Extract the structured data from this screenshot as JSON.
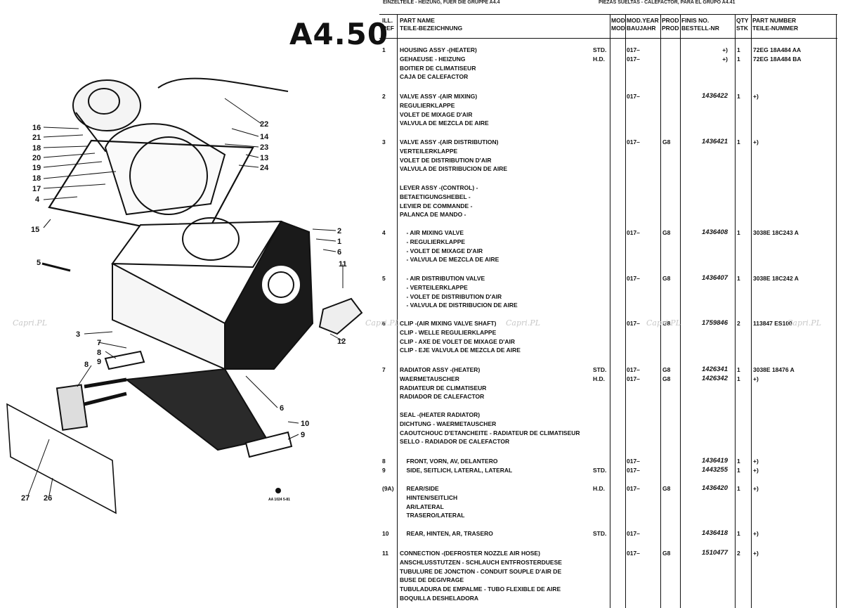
{
  "page_code": "A4.50",
  "top_left_text": "EINZELTEILE - HEIZUNG, FUER DIE GRUPPE A4.4",
  "top_right_text": "PIEZAS SUELTAS - CALEFACTOR, PARA EL GRUPO A4.41",
  "watermark": "Capri.PL",
  "diagram": {
    "callouts": [
      "16",
      "21",
      "18",
      "20",
      "19",
      "18",
      "17",
      "4",
      "15",
      "22",
      "14",
      "23",
      "13",
      "24",
      "2",
      "1",
      "6",
      "11",
      "5",
      "3",
      "7",
      "8",
      "8",
      "9",
      "12",
      "10",
      "9",
      "27",
      "26"
    ],
    "stamp_text": "AA 1024 5-81"
  },
  "headers": {
    "ref": [
      "ILL.",
      "REF"
    ],
    "desc": [
      "PART NAME",
      "TEILE-BEZEICHNUNG"
    ],
    "mod": [
      "MOD",
      "MOD"
    ],
    "year": [
      "MOD.YEAR",
      "BAUJAHR"
    ],
    "prod": [
      "PROD",
      "PROD"
    ],
    "finis": [
      "FINIS NO.",
      "BESTELL-NR"
    ],
    "qty": [
      "QTY",
      "STK"
    ],
    "pn": [
      "PART NUMBER",
      "TEILE-NUMMER"
    ]
  },
  "rows": [
    {
      "ref": "1",
      "lines": [
        "HOUSING ASSY -(HEATER)",
        "GEHAEUSE - HEIZUNG",
        "BOITIER DE CLIMATISEUR",
        "CAJA DE CALEFACTOR"
      ],
      "tags": [
        "STD.",
        "H.D."
      ],
      "years": [
        "017–",
        "017–"
      ],
      "prod": [],
      "finis": [
        "+)",
        "+)"
      ],
      "qty": [
        "1",
        "1"
      ],
      "pn": [
        "72EG 18A484 AA",
        "72EG 18A484 BA"
      ]
    },
    {
      "ref": "2",
      "lines": [
        "VALVE ASSY -(AIR MIXING)",
        "REGULIERKLAPPE",
        "VOLET DE MIXAGE D'AIR",
        "VALVULA DE MEZCLA DE AIRE"
      ],
      "tags": [],
      "years": [
        "017–"
      ],
      "prod": [],
      "finis": [
        "1436422"
      ],
      "qty": [
        "1"
      ],
      "pn": [
        "+)"
      ]
    },
    {
      "ref": "3",
      "lines": [
        "VALVE ASSY -(AIR DISTRIBUTION)",
        "VERTEILERKLAPPE",
        "VOLET DE DISTRIBUTION D'AIR",
        "VALVULA DE DISTRIBUCION DE AIRE"
      ],
      "tags": [],
      "years": [
        "017–"
      ],
      "prod": [
        "G8"
      ],
      "finis": [
        "1436421"
      ],
      "qty": [
        "1"
      ],
      "pn": [
        "+)"
      ]
    },
    {
      "ref": "",
      "lines": [
        "LEVER ASSY -(CONTROL) -",
        "BETAETIGUNGSHEBEL -",
        "LEVIER DE COMMANDE -",
        "PALANCA DE MANDO -"
      ],
      "tags": [],
      "years": [],
      "prod": [],
      "finis": [],
      "qty": [],
      "pn": []
    },
    {
      "ref": "4",
      "lines": [
        "    - AIR MIXING VALVE",
        "    - REGULIERKLAPPE",
        "    - VOLET DE MIXAGE D'AIR",
        "    - VALVULA DE MEZCLA DE AIRE"
      ],
      "tags": [],
      "years": [
        "017–"
      ],
      "prod": [
        "G8"
      ],
      "finis": [
        "1436408"
      ],
      "qty": [
        "1"
      ],
      "pn": [
        "3038E 18C243 A"
      ]
    },
    {
      "ref": "5",
      "lines": [
        "    - AIR DISTRIBUTION VALVE",
        "    - VERTEILERKLAPPE",
        "    - VOLET DE DISTRIBUTION D'AIR",
        "    - VALVULA DE DISTRIBUCION DE AIRE"
      ],
      "tags": [],
      "years": [
        "017–"
      ],
      "prod": [
        "G8"
      ],
      "finis": [
        "1436407"
      ],
      "qty": [
        "1"
      ],
      "pn": [
        "3038E 18C242 A"
      ]
    },
    {
      "ref": "6",
      "lines": [
        "CLIP -(AIR MIXING VALVE SHAFT)",
        "CLIP - WELLE REGULIERKLAPPE",
        "CLIP - AXE DE VOLET DE MIXAGE D'AIR",
        "CLIP - EJE VALVULA DE MEZCLA DE AIRE"
      ],
      "tags": [],
      "years": [
        "017–"
      ],
      "prod": [
        "G8"
      ],
      "finis": [
        "1759846"
      ],
      "qty": [
        "2"
      ],
      "pn": [
        "113847 ES100"
      ]
    },
    {
      "ref": "7",
      "lines": [
        "RADIATOR ASSY -(HEATER)",
        "WAERMETAUSCHER",
        "RADIATEUR DE CLIMATISEUR",
        "RADIADOR DE CALEFACTOR"
      ],
      "tags": [
        "STD.",
        "H.D."
      ],
      "years": [
        "017–",
        "017–"
      ],
      "prod": [
        "G8",
        "G8"
      ],
      "finis": [
        "1426341",
        "1426342"
      ],
      "qty": [
        "1",
        "1"
      ],
      "pn": [
        "3038E 18476 A",
        "+)"
      ]
    },
    {
      "ref": "",
      "lines": [
        "SEAL -(HEATER RADIATOR)",
        "DICHTUNG - WAERMETAUSCHER",
        "CAOUTCHOUC D'ETANCHEITE - RADIATEUR DE CLIMATISEUR",
        "SELLO - RADIADOR DE CALEFACTOR"
      ],
      "tags": [],
      "years": [],
      "prod": [],
      "finis": [],
      "qty": [],
      "pn": []
    },
    {
      "ref": "8",
      "lines": [
        "    FRONT, VORN, AV, DELANTERO"
      ],
      "tags": [],
      "years": [
        "017–"
      ],
      "prod": [],
      "finis": [
        "1436419"
      ],
      "qty": [
        "1"
      ],
      "pn": [
        "+)"
      ]
    },
    {
      "ref": "9",
      "lines": [
        "    SIDE, SEITLICH, LATERAL, LATERAL"
      ],
      "tags": [
        "STD."
      ],
      "years": [
        "017–"
      ],
      "prod": [],
      "finis": [
        "1443255"
      ],
      "qty": [
        "1"
      ],
      "pn": [
        "+)"
      ]
    },
    {
      "ref": "(9A)",
      "lines": [
        "    REAR/SIDE",
        "    HINTEN/SEITLICH",
        "    AR/LATERAL",
        "    TRASERO/LATERAL"
      ],
      "tags": [
        "H.D."
      ],
      "years": [
        "017–"
      ],
      "prod": [
        "G8"
      ],
      "finis": [
        "1436420"
      ],
      "qty": [
        "1"
      ],
      "pn": [
        "+)"
      ]
    },
    {
      "ref": "10",
      "lines": [
        "    REAR, HINTEN, AR, TRASERO"
      ],
      "tags": [
        "STD."
      ],
      "years": [
        "017–"
      ],
      "prod": [],
      "finis": [
        "1436418"
      ],
      "qty": [
        "1"
      ],
      "pn": [
        "+)"
      ]
    },
    {
      "ref": "11",
      "lines": [
        "CONNECTION -(DEFROSTER NOZZLE AIR HOSE)",
        "ANSCHLUSSTUTZEN - SCHLAUCH ENTFROSTERDUESE",
        "TUBULURE DE JONCTION - CONDUIT SOUPLE D'AIR DE",
        "BUSE DE DEGIVRAGE",
        "TUBULADURA DE EMPALME - TUBO FLEXIBLE DE AIRE",
        "BOQUILLA DESHELADORA"
      ],
      "tags": [],
      "years": [
        "017–"
      ],
      "prod": [
        "G8"
      ],
      "finis": [
        "1510477"
      ],
      "qty": [
        "2"
      ],
      "pn": [
        "+)"
      ]
    }
  ]
}
